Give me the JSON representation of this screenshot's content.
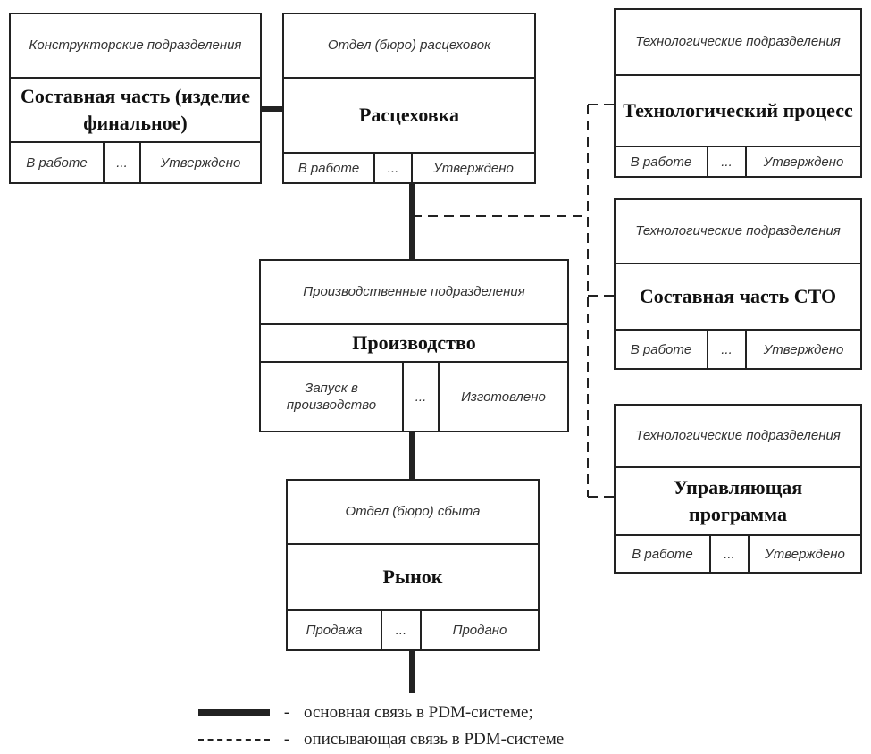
{
  "blocks": [
    {
      "id": "design",
      "department": "Конструкторские подразделения",
      "title": "Составная часть (изделие финальное)",
      "states": [
        "В работе",
        "...",
        "Утверждено"
      ]
    },
    {
      "id": "routing",
      "department": "Отдел (бюро) расцеховок",
      "title": "Расцеховка",
      "states": [
        "В работе",
        "...",
        "Утверждено"
      ]
    },
    {
      "id": "tech-process",
      "department": "Технологические подразделения",
      "title": "Технологический процесс",
      "states": [
        "В работе",
        "...",
        "Утверждено"
      ]
    },
    {
      "id": "cto-part",
      "department": "Технологические подразделения",
      "title": "Составная часть СТО",
      "states": [
        "В работе",
        "...",
        "Утверждено"
      ]
    },
    {
      "id": "production",
      "department": "Производственные подразделения",
      "title": "Производство",
      "states": [
        "Запуск в производство",
        "...",
        "Изготовлено"
      ]
    },
    {
      "id": "control-program",
      "department": "Технологические подразделения",
      "title": "Управляющая программа",
      "states": [
        "В работе",
        "...",
        "Утверждено"
      ]
    },
    {
      "id": "market",
      "department": "Отдел (бюро) сбыта",
      "title": "Рынок",
      "states": [
        "Продажа",
        "...",
        "Продано"
      ]
    }
  ],
  "legend": {
    "dash": "-",
    "main_link": "основная связь в PDM-системе;",
    "descriptive_link": "описывающая связь в PDM-системе"
  },
  "colors": {
    "line": "#222222",
    "border": "#222222",
    "background": "#ffffff"
  }
}
